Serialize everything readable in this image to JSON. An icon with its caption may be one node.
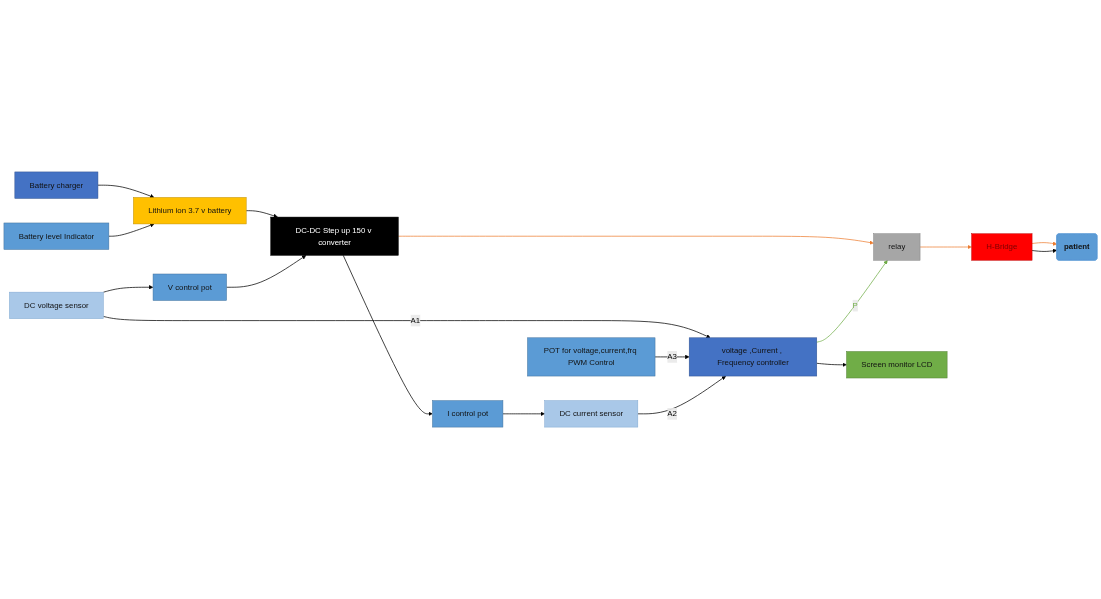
{
  "diagram": {
    "nodes": [
      {
        "text": [
          "DC voltage sensor"
        ]
      },
      {
        "text": [
          "POT for voltage,current,frq PWM Control"
        ]
      },
      {
        "text": [
          "Battery charger"
        ]
      },
      {
        "text": [
          "V control pot"
        ]
      },
      {
        "text": [
          "relay"
        ]
      },
      {
        "text": [
          "Screen monitor LCD"
        ]
      },
      {
        "text": [
          "voltage ,Current , Frequency controller"
        ]
      },
      {
        "text": [
          "Lithium ion 3.7 v battery"
        ]
      },
      {
        "text": [
          "DC-DC Step up 150 v converter"
        ]
      },
      {
        "text": [
          "H-Bridge"
        ]
      },
      {
        "text": [
          "I control pot"
        ]
      },
      {
        "text": [
          "Battery level Indicator"
        ]
      },
      {
        "text": [
          "DC current sensor"
        ]
      },
      {
        "text": [
          "patient"
        ]
      }
    ],
    "edges": [
      {
        "from": 2,
        "to": 7,
        "arrow": "to"
      },
      {
        "from": 11,
        "to": 7,
        "arrow": "to"
      },
      {
        "from": 7,
        "to": 8,
        "arrow": "to"
      },
      {
        "from": 0,
        "to": 3,
        "arrow": "to"
      },
      {
        "from": 3,
        "to": 8,
        "arrow": "to"
      },
      {
        "from": 8,
        "to": 10,
        "arrow": "to"
      },
      {
        "from": 10,
        "to": 12,
        "arrow": "to"
      },
      {
        "from": 0,
        "to": 6,
        "arrow": "to",
        "label": "A1"
      },
      {
        "from": 8,
        "to": 4,
        "arrow": "to",
        "color": "#ed7d31"
      },
      {
        "from": 4,
        "to": 9,
        "arrow": "to",
        "color": "#ed7d31"
      },
      {
        "from": 6,
        "to": 4,
        "arrow": "to",
        "label": "P",
        "color": "#70ad47"
      },
      {
        "from": 1,
        "to": 6,
        "arrow": "to",
        "label": "A3"
      },
      {
        "from": 6,
        "to": 5,
        "arrow": "to"
      },
      {
        "from": 12,
        "to": 6,
        "arrow": "to",
        "label": "A2"
      },
      {
        "from": 9,
        "to": 13,
        "arrow": "to",
        "color": "#ed7d31"
      },
      {
        "from": 9,
        "to": 13,
        "arrow": "to"
      }
    ]
  }
}
